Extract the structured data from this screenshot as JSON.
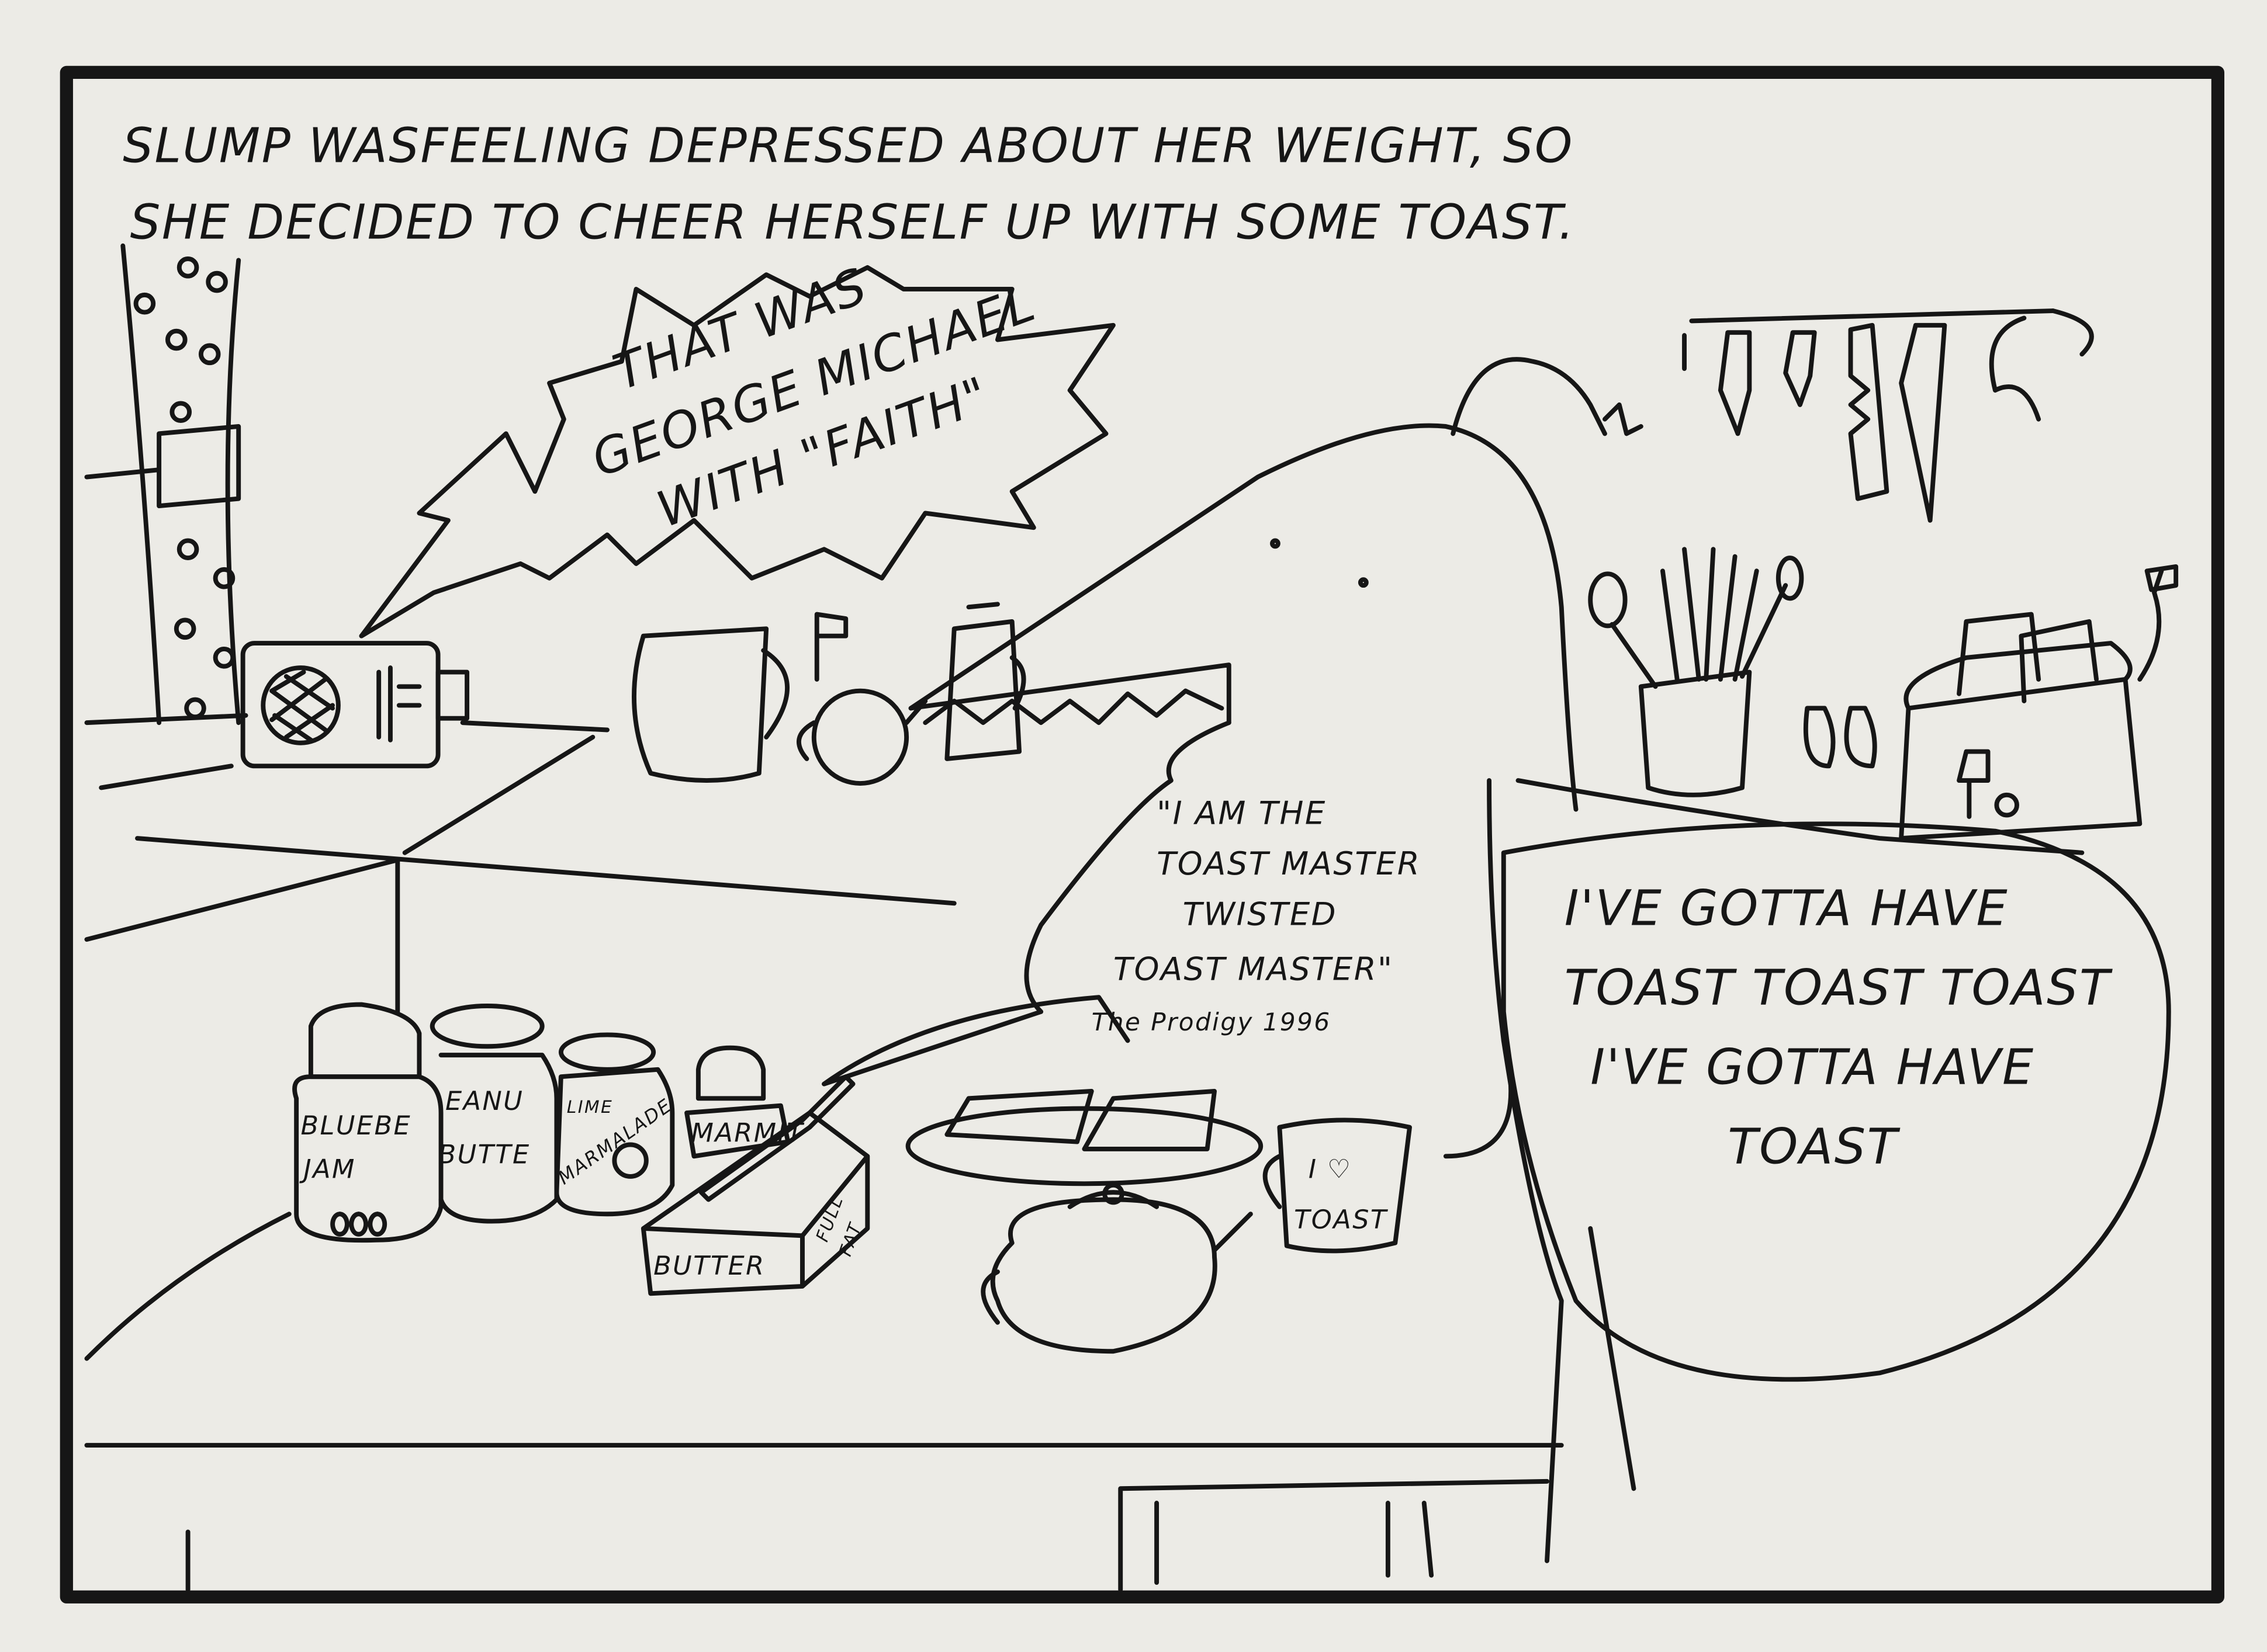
{
  "caption": {
    "line1": "SLUMP WASFEELING DEPRESSED ABOUT HER WEIGHT, SO",
    "line2": "SHE DECIDED TO CHEER HERSELF UP WITH SOME TOAST."
  },
  "radio_speech": [
    "THAT WAS",
    "GEORGE MICHAEL",
    "WITH \"FAITH\""
  ],
  "shirt_text": [
    "\"I AM THE",
    "TOAST MASTER",
    "TWISTED",
    "TOAST MASTER\"",
    "The Prodigy 1996"
  ],
  "speech_bubble": [
    "I'VE GOTTA HAVE",
    "TOAST TOAST TOAST",
    "I'VE GOTTA HAVE",
    "TOAST"
  ],
  "jars": {
    "blueberry_1": "BLUEBE",
    "blueberry_2": "JAM",
    "peanut_1": "EANU",
    "peanut_2": "BUTTE",
    "lime": "LIME",
    "marmalade": "MARMALADE",
    "marmite": "MARMIT"
  },
  "butter": {
    "label": "BUTTER",
    "side1": "FULL",
    "side2": "FAT"
  },
  "mug": {
    "line1": "I ♡",
    "line2": "TOAST"
  },
  "colors": {
    "ink": "#161616",
    "paper": "#ecebe6"
  }
}
